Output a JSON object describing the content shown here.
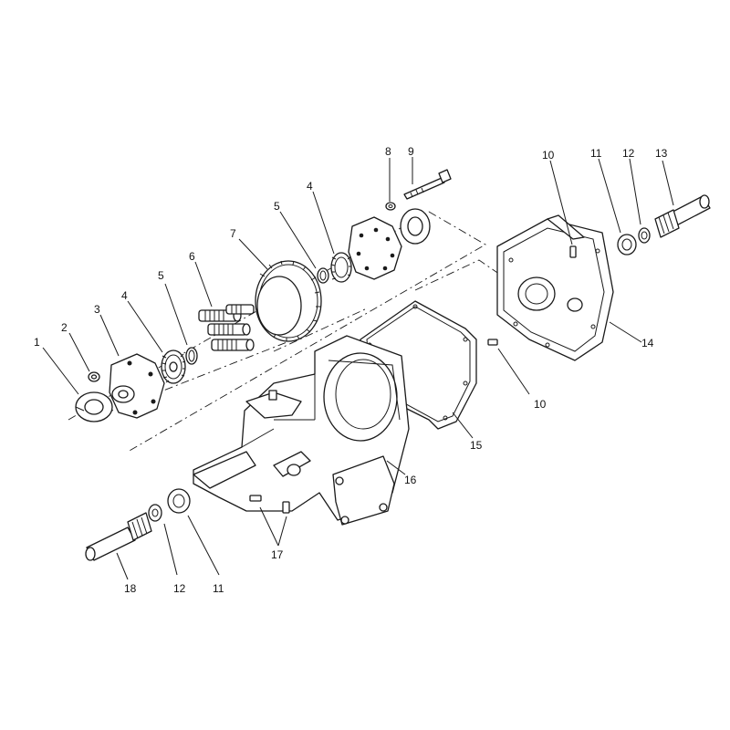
{
  "diagram": {
    "callouts": [
      {
        "id": "c1",
        "label": "1"
      },
      {
        "id": "c2",
        "label": "2"
      },
      {
        "id": "c3",
        "label": "3"
      },
      {
        "id": "c4a",
        "label": "4"
      },
      {
        "id": "c5a",
        "label": "5"
      },
      {
        "id": "c6",
        "label": "6"
      },
      {
        "id": "c7",
        "label": "7"
      },
      {
        "id": "c5b",
        "label": "5"
      },
      {
        "id": "c4b",
        "label": "4"
      },
      {
        "id": "c8",
        "label": "8"
      },
      {
        "id": "c9",
        "label": "9"
      },
      {
        "id": "c10a",
        "label": "10"
      },
      {
        "id": "c11a",
        "label": "11"
      },
      {
        "id": "c12a",
        "label": "12"
      },
      {
        "id": "c13",
        "label": "13"
      },
      {
        "id": "c14",
        "label": "14"
      },
      {
        "id": "c10b",
        "label": "10"
      },
      {
        "id": "c15",
        "label": "15"
      },
      {
        "id": "c16",
        "label": "16"
      },
      {
        "id": "c17",
        "label": "17"
      },
      {
        "id": "c18",
        "label": "18"
      },
      {
        "id": "c12b",
        "label": "12"
      },
      {
        "id": "c11b",
        "label": "11"
      }
    ]
  }
}
